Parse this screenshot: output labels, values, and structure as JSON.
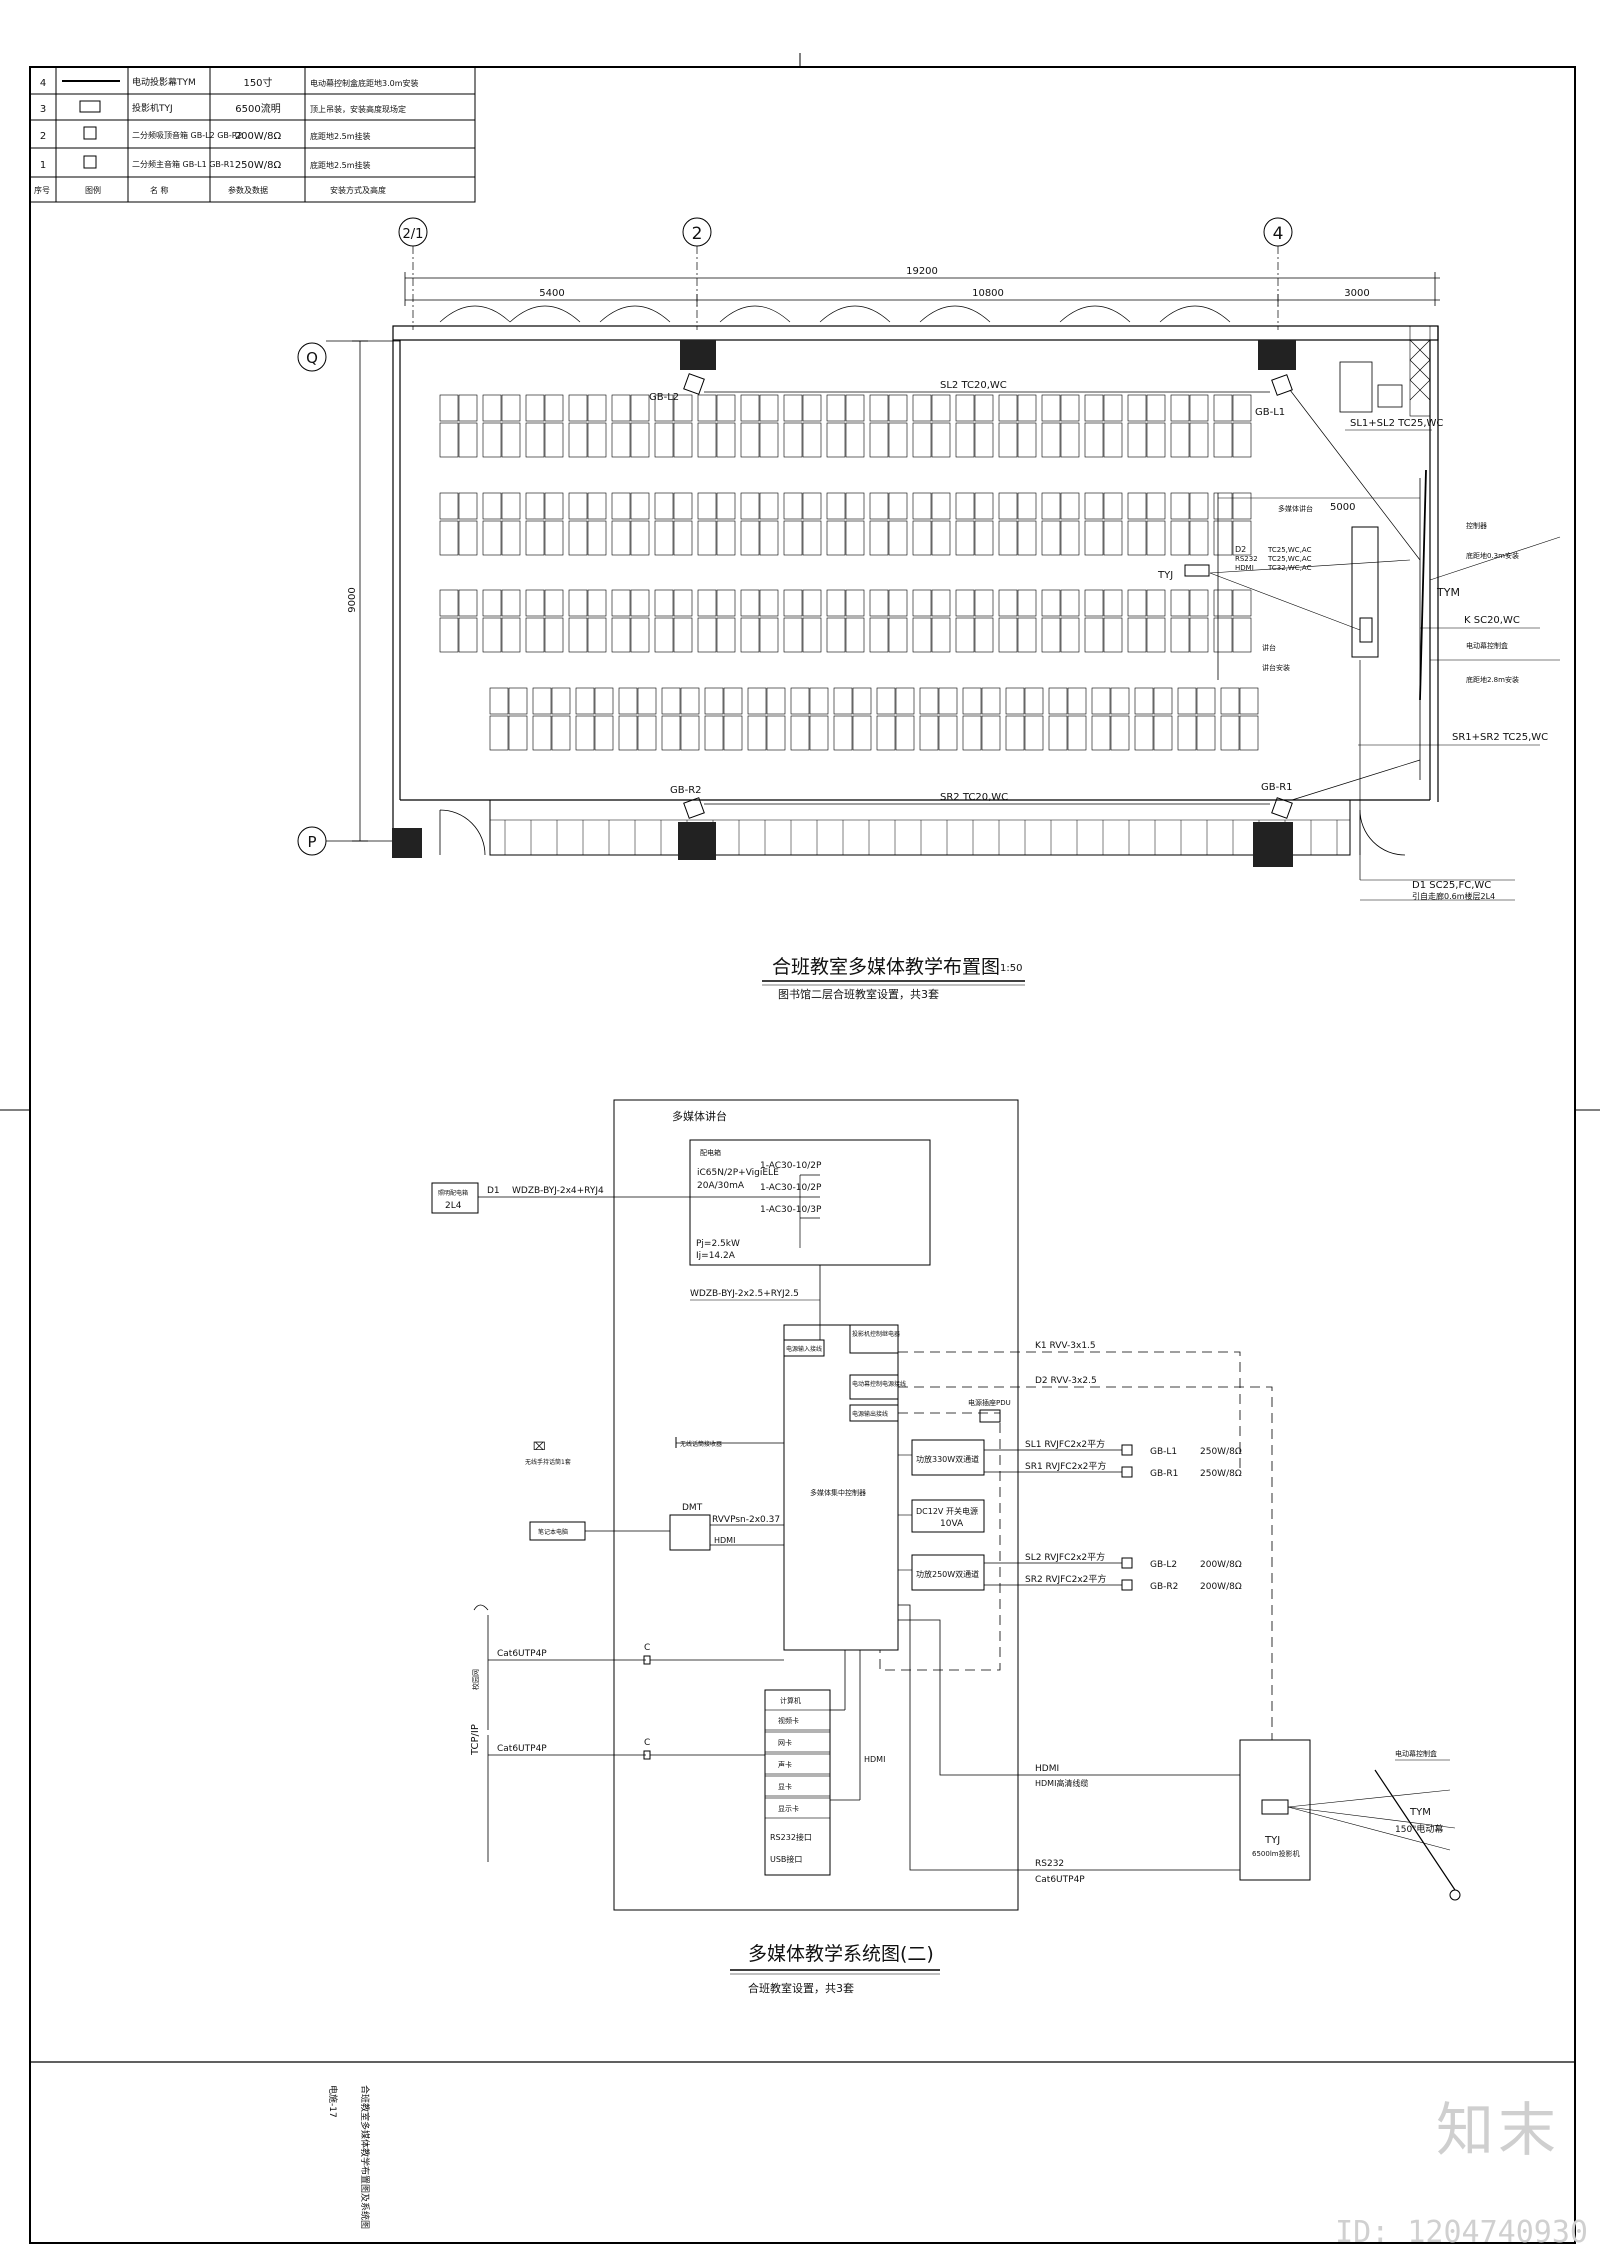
{
  "legend": {
    "header": [
      "序号",
      "图例",
      "名 称",
      "参数及数据",
      "安装方式及高度"
    ],
    "rows": [
      {
        "no": "4",
        "name": "电动投影幕TYM",
        "param": "150寸",
        "install": "电动幕控制盒底距地3.0m安装"
      },
      {
        "no": "3",
        "name": "投影机TYJ",
        "param": "6500流明",
        "install": "顶上吊装，安装高度现场定"
      },
      {
        "no": "2",
        "name": "二分频吸顶音箱 GB-L2 GB-R2",
        "param": "200W/8Ω",
        "install": "底距地2.5m挂装"
      },
      {
        "no": "1",
        "name": "二分频主音箱 GB-L1 GB-R1",
        "param": "250W/8Ω",
        "install": "底距地2.5m挂装"
      }
    ]
  },
  "plan": {
    "axes": {
      "a21": "2/1",
      "a2": "2",
      "a4": "4",
      "q": "Q",
      "p": "P"
    },
    "dims": {
      "total": "19200",
      "d1": "5400",
      "d2": "10800",
      "d3": "3000",
      "height": "9000",
      "podium": "5000"
    },
    "labels": {
      "gbl2": "GB-L2",
      "gbl1": "GB-L1",
      "gbr2": "GB-R2",
      "gbr1": "GB-R1",
      "sl2": "SL2 TC20,WC",
      "sr2": "SR2 TC20,WC",
      "sl1sl2": "SL1+SL2 TC25,WC",
      "tyj": "TYJ",
      "tym": "TYM",
      "k": "K SC20,WC",
      "sr": "SR1+SR2 TC25,WC",
      "d1": "D1 SC25,FC,WC",
      "d1sub": "引自走廊0.6m楼层2L4",
      "mmt": "多媒体讲台",
      "d2": "D2",
      "rs232": "RS232",
      "hdmi": "HDMI",
      "tc25a": "TC25,WC,AC",
      "tc25b": "TC25,WC,AC",
      "tc32": "TC32,WC,AC",
      "ctrl": "控制器",
      "ctrl2": "底距地0.3m安装",
      "tymbox": "电动幕控制盒",
      "tymbox2": "底距地2.8m安装",
      "lect": "讲台",
      "lect2": "讲台安装"
    },
    "title": "合班教室多媒体教学布置图",
    "scale": "1:50",
    "subtitle": "图书馆二层合班教室设置，共3套"
  },
  "system": {
    "podium": "多媒体讲台",
    "dist": {
      "title": "配电箱",
      "breaker": "iC65N/2P+VigiELE",
      "breaker2": "20A/30mA",
      "o1": "1-AC30-10/2P",
      "o2": "1-AC30-10/2P",
      "o3": "1-AC30-10/3P",
      "pj": "Pj=2.5kW",
      "ij": "Ij=14.2A"
    },
    "source": {
      "box": "照明配电箱",
      "box2": "2L4",
      "d1": "D1",
      "cable": "WDZB-BYJ-2x4+RYJ4"
    },
    "cable2": "WDZB-BYJ-2x2.5+RYJ2.5",
    "ctrl": {
      "title": "多媒体集中控制器",
      "pin": "电源输入接线",
      "slots": [
        "投影机控制继电器",
        "电动幕控制电源接线",
        "电源输出接线"
      ],
      "pdu": "电源插座PDU",
      "amp1": "功放330W双通道",
      "dc": "DC12V 开关电源",
      "dc2": "10VA",
      "amp2": "功放250W双通道"
    },
    "k1": "K1 RVV-3x1.5",
    "d2": "D2 RVV-3x2.5",
    "outs": [
      {
        "sig": "SL1 RVJFC2x2平方",
        "spk": "GB-L1",
        "pw": "250W/8Ω"
      },
      {
        "sig": "SR1 RVJFC2x2平方",
        "spk": "GB-R1",
        "pw": "250W/8Ω"
      },
      {
        "sig": "SL2 RVJFC2x2平方",
        "spk": "GB-L2",
        "pw": "200W/8Ω"
      },
      {
        "sig": "SR2 RVJFC2x2平方",
        "spk": "GB-R2",
        "pw": "200W/8Ω"
      }
    ],
    "mic": "无线话筒接收器",
    "mic2": "无线手持话筒1套",
    "laptop": "笔记本电脑",
    "dmt": "DMT",
    "rvvp": "RVVPsn-2x0.37",
    "hdmi": "HDMI",
    "tcp": "TCP/IP",
    "tcpsub": "校园网",
    "cat1": "Cat6UTP4P",
    "cat2": "Cat6UTP4P",
    "c1": "C",
    "c2": "C",
    "pc": {
      "title": "计算机",
      "items": [
        "视频卡",
        "网卡",
        "声卡",
        "显卡",
        "显示卡"
      ],
      "rs": "RS232接口",
      "usb": "USB接口"
    },
    "hdmi2": "HDMI",
    "out_hdmi": "HDMI",
    "out_hdmi2": "HDMI高清线缆",
    "out_rs": "RS232",
    "out_cat": "Cat6UTP4P",
    "proj": "TYJ",
    "proj2": "6500lm投影机",
    "screen": "TYM",
    "screen2": "150\"电动幕",
    "screenbox": "电动幕控制盒",
    "title": "多媒体教学系统图(二)",
    "subtitle": "合班教室设置，共3套"
  },
  "titleblock": {
    "name": "合班教室多媒体教学布置图及系统图",
    "code": "电施-17"
  },
  "watermark": {
    "logo": "知末",
    "id": "ID: 1204740930"
  }
}
